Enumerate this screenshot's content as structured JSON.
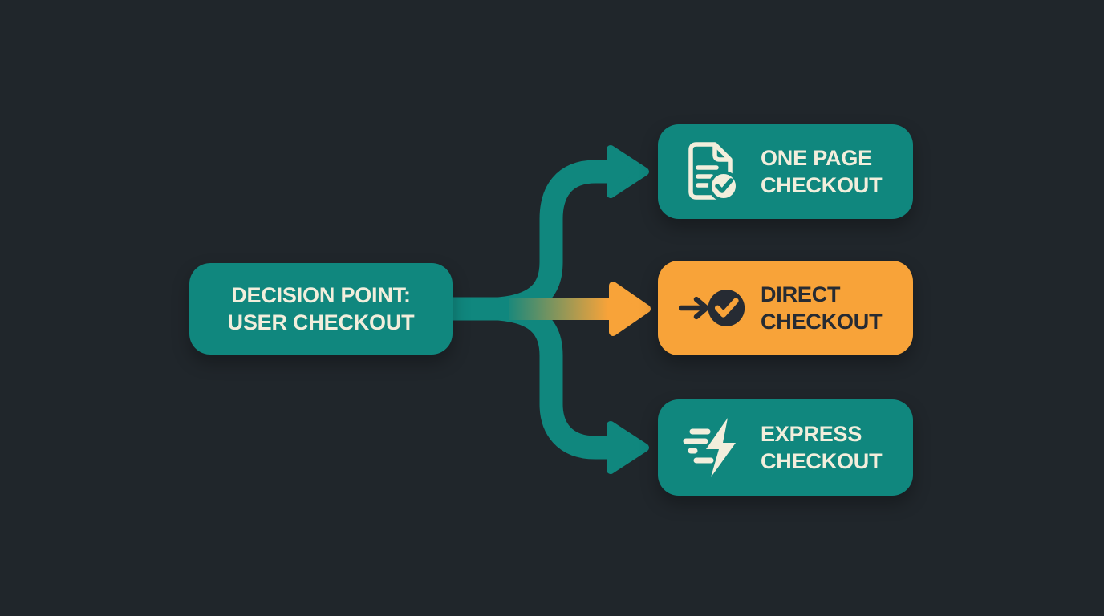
{
  "title": "Checkout decision flowchart",
  "colors": {
    "background": "#20262B",
    "teal": "#10877E",
    "orange": "#F8A339",
    "cream": "#F2EEDC",
    "dark": "#262B33"
  },
  "decision": {
    "line1": "DECISION POINT:",
    "line2": "USER CHECKOUT"
  },
  "branches": [
    {
      "id": "one-page-checkout",
      "line1": "ONE PAGE",
      "line2": "CHECKOUT",
      "icon": "document-check-icon",
      "variant": "teal"
    },
    {
      "id": "direct-checkout",
      "line1": "DIRECT",
      "line2": "CHECKOUT",
      "icon": "arrow-check-icon",
      "variant": "orange"
    },
    {
      "id": "express-checkout",
      "line1": "EXPRESS",
      "line2": "CHECKOUT",
      "icon": "lightning-bolt-icon",
      "variant": "teal"
    }
  ],
  "connectors": [
    {
      "id": "branch-top",
      "from": "decision",
      "to": "one-page-checkout",
      "color": "teal"
    },
    {
      "id": "branch-middle",
      "from": "decision",
      "to": "direct-checkout",
      "color": "teal-to-orange-gradient"
    },
    {
      "id": "branch-bottom",
      "from": "decision",
      "to": "express-checkout",
      "color": "teal"
    }
  ]
}
